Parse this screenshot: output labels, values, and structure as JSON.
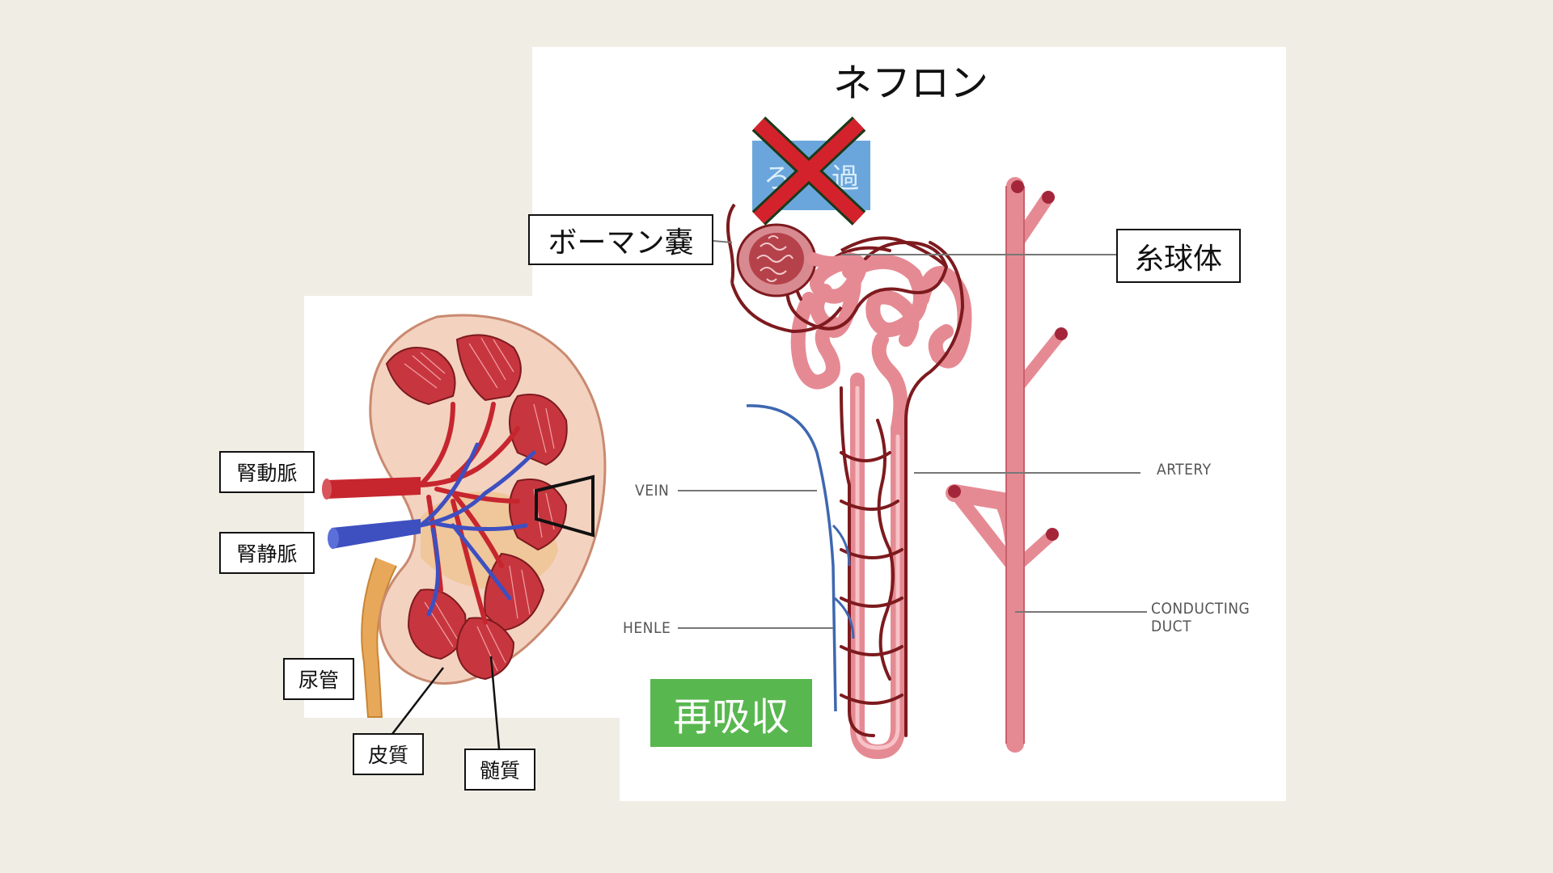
{
  "title": "ネフロン",
  "labels": {
    "bowman": "ボーマン嚢",
    "glomerulus": "糸球体",
    "renal_artery": "腎動脈",
    "renal_vein": "腎静脈",
    "ureter": "尿管",
    "cortex": "皮質",
    "medulla": "髄質",
    "reabsorption": "再吸収",
    "filtration_left": "ろ",
    "filtration_right": "過"
  },
  "english_labels": {
    "vein": "VEIN",
    "artery": "ARTERY",
    "henle": "HENLE",
    "conducting_duct_line1": "CONDUCTING",
    "conducting_duct_line2": "DUCT"
  },
  "colors": {
    "background": "#f0ede4",
    "tubule": "#e58a93",
    "vessel_dark": "#7d1a1e",
    "vein_blue": "#3e67b0",
    "cross_red": "#d4222c",
    "blue_tag": "#6aa6dc",
    "green_tag": "#59b74f"
  }
}
